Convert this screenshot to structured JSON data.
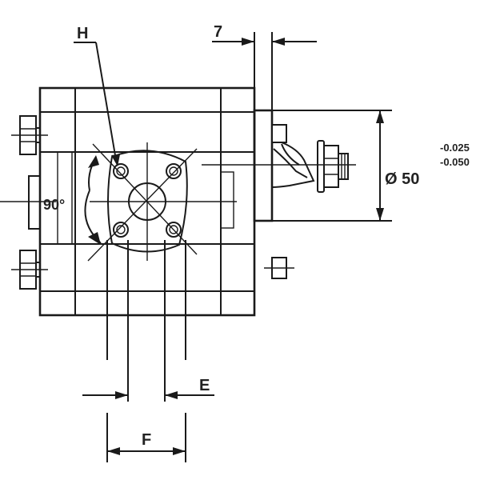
{
  "labels": {
    "hole_label": "H",
    "thickness_dim": "7",
    "angle_dim": "90°",
    "diameter_dim": "Ø 50",
    "tol_upper": "-0.025",
    "tol_lower": "-0.050",
    "dim_e": "E",
    "dim_f": "F"
  },
  "colors": {
    "line": "#1a1a1a",
    "text": "#222222",
    "background": "#ffffff"
  }
}
